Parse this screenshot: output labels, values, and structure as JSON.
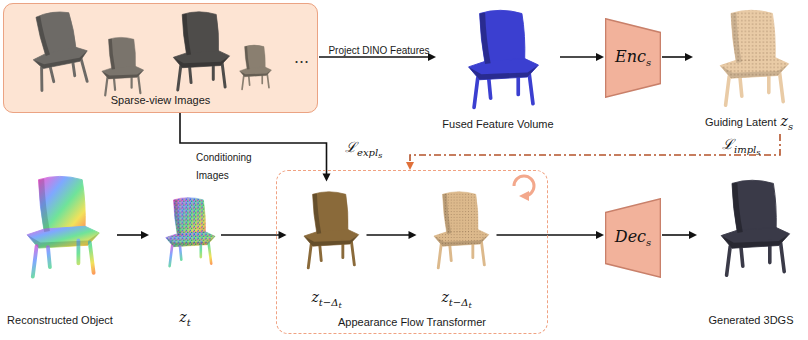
{
  "diagram": {
    "nodes": [
      {
        "text": [
          "Sparse-view Images"
        ]
      },
      {
        "text": [
          "Fused Feature Volume"
        ]
      },
      {
        "text": [
          "Enc",
          "s"
        ]
      },
      {
        "text": [
          "Guiding Latent",
          "z",
          "s"
        ]
      },
      {
        "text": [
          "Reconstructed Object"
        ]
      },
      {
        "text": [
          "z",
          "t"
        ]
      },
      {
        "text": [
          "Appearance Flow Transformer"
        ]
      },
      {
        "text": [
          "z",
          "t−Δ",
          "t"
        ],
        "in": 6
      },
      {
        "text": [
          "z",
          "t−Δ",
          "t"
        ],
        "in": 6
      },
      {
        "text": [
          "Dec",
          "s"
        ]
      },
      {
        "text": [
          "Generated 3DGS"
        ]
      }
    ],
    "edges": [
      {
        "from": 0,
        "to": 1,
        "label": "Project DINO Features",
        "arrow": "to"
      },
      {
        "from": 1,
        "to": 2,
        "arrow": "to"
      },
      {
        "from": 2,
        "to": 3,
        "arrow": "to"
      },
      {
        "from": 0,
        "to": 7,
        "label": "Conditioning Images",
        "arrow": "to"
      },
      {
        "from": 3,
        "to": 6,
        "arrow": "to"
      },
      {
        "from": 4,
        "to": 5,
        "arrow": "to"
      },
      {
        "from": 5,
        "to": 7,
        "arrow": "to"
      },
      {
        "from": 7,
        "to": 8,
        "arrow": "to"
      },
      {
        "from": 8,
        "to": 9,
        "arrow": "to"
      },
      {
        "from": 9,
        "to": 10,
        "arrow": "to"
      }
    ],
    "labels": [
      "...",
      "ℒ",
      "expl",
      "s",
      "ℒ",
      "impl",
      "s"
    ]
  }
}
